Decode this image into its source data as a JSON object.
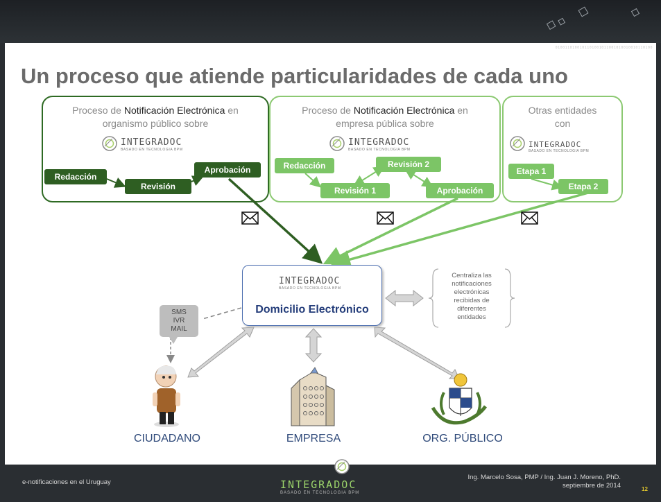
{
  "title": "Un proceso que atiende particularidades de cada uno",
  "binary_strip": "0100110100101101001011001010010010110100",
  "boxes": [
    {
      "pre": "Proceso de ",
      "bold": "Notificación Electrónica",
      "post": " en",
      "line2": "organismo público sobre",
      "steps": [
        "Redacción",
        "Revisión",
        "Aprobación"
      ]
    },
    {
      "pre": "Proceso de ",
      "bold": "Notificación Electrónica",
      "post": " en",
      "line2": "empresa pública sobre",
      "steps": [
        "Redacción",
        "Revisión 2",
        "Revisión 1",
        "Aprobación"
      ]
    },
    {
      "pre": "Otras entidades",
      "bold": "",
      "post": "",
      "line2": "con",
      "steps": [
        "Etapa 1",
        "Etapa 2"
      ]
    }
  ],
  "logo": {
    "name": "INTEGRADOC",
    "tagline": "BASADO EN TECNOLOGIA BPM"
  },
  "hub": {
    "label": "Domicilio Electrónico"
  },
  "centraliza": [
    "Centraliza las",
    "notificaciones",
    "electrónicas",
    "recibidas de",
    "diferentes",
    "entidades"
  ],
  "channels": [
    "SMS",
    "IVR",
    "MAIL"
  ],
  "recipients": [
    "CIUDADANO",
    "EMPRESA",
    "ORG. PÚBLICO"
  ],
  "footer": {
    "left": "e-notificaciones en el Uruguay",
    "authors": "Ing. Marcelo Sosa, PMP / Ing. Juan J. Moreno, PhD.",
    "date": "septiembre de 2014",
    "page": "12"
  },
  "colors": {
    "dark_green": "#2e5e22",
    "light_green": "#7cc566",
    "hub_blue": "#243d7a",
    "title_gray": "#6b6b6b"
  }
}
